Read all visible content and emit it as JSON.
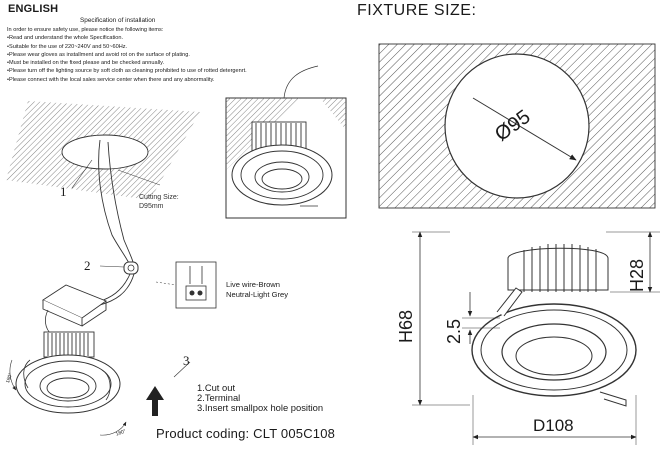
{
  "header": {
    "language": "ENGLISH",
    "spec_title": "Specification of installation"
  },
  "instructions": [
    "In order to ensure safety use, please notice the following items:",
    "•Read and understand the whole Specification.",
    "•Suitable for the use of 220~240V and 50~60Hz.",
    "•Please wear gloves as installment and avoid rot on the surface of plating.",
    "•Must be installed on the fixed please and be checked annually.",
    "•Please turn off the lighting source by soft cloth as cleaning prohibited to use of rotted detergenrt.",
    "•Please connect with the local sales service center when there and any abnormality."
  ],
  "install_diagram": {
    "cutting_size_label": "Cutting Size:",
    "cutting_size_value": "D95mm",
    "callout_1": "1",
    "callout_2": "2",
    "callout_3": "3",
    "wire_brown": "Live wire-Brown",
    "wire_grey": "Neutral-Light Grey",
    "rotation_1": "180°",
    "rotation_2": "180°"
  },
  "steps": [
    "1.Cut out",
    "2.Terminal",
    "3.Insert smallpox hole position"
  ],
  "product_coding": "Product coding: CLT 005C108",
  "fixture": {
    "title": "FIXTURE SIZE:",
    "cut_diameter": "Ø95",
    "height_total": "H68",
    "height_top": "H28",
    "rim_thickness": "2.5",
    "diameter": "D108"
  }
}
